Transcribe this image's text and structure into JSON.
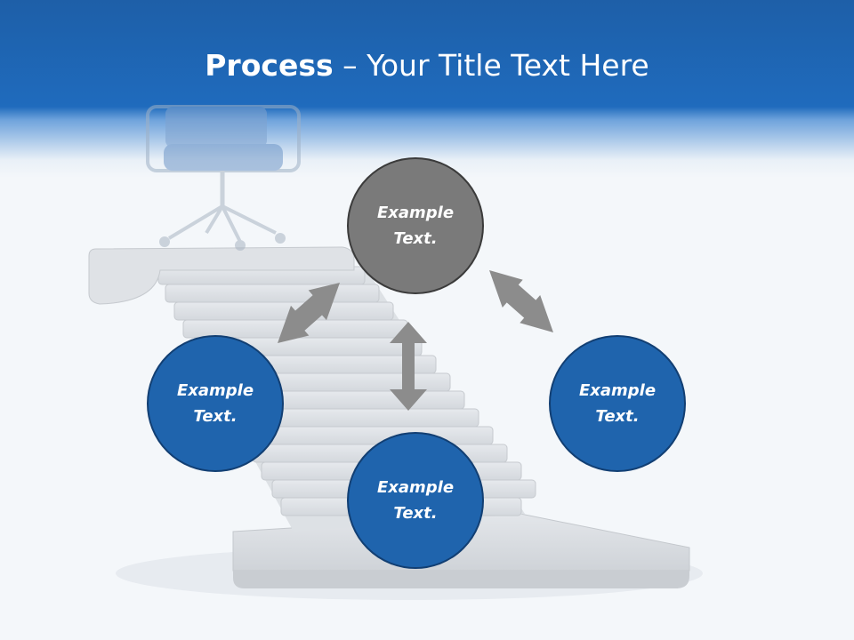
{
  "header": {
    "title_bold": "Process",
    "title_rest": " – Your Title Text Here"
  },
  "nodes": [
    {
      "id": "top",
      "line1": "Example",
      "line2": "Text."
    },
    {
      "id": "left",
      "line1": "Example",
      "line2": "Text."
    },
    {
      "id": "right",
      "line1": "Example",
      "line2": "Text."
    },
    {
      "id": "bottom",
      "line1": "Example",
      "line2": "Text."
    }
  ],
  "colors": {
    "header_blue": "#1f6bbd",
    "node_blue": "#1f64ad",
    "node_gray": "#7a7a7a",
    "arrow_gray": "#8c8c8c",
    "stairs": "#d9dde2"
  },
  "icons": [
    "office-chair-illustration",
    "staircase-illustration",
    "double-arrow-icon"
  ]
}
